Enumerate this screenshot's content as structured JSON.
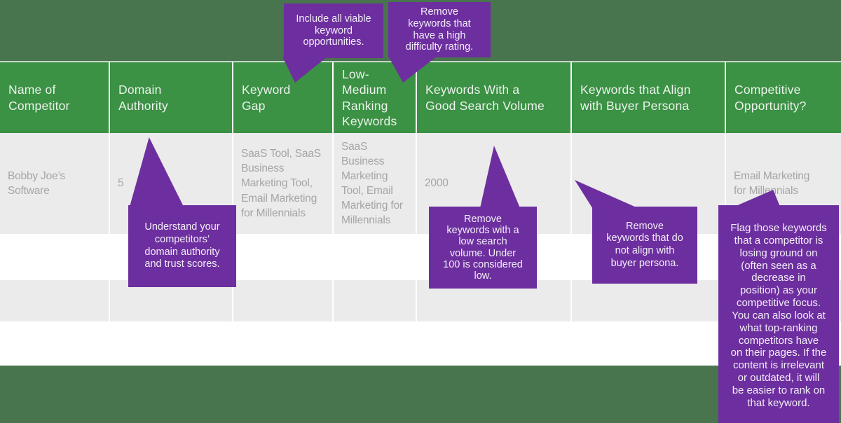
{
  "colors": {
    "background_green": "#48744e",
    "header_green": "#3b9144",
    "callout_purple": "#6d2f9f",
    "row_gray": "#ebebeb",
    "row_white": "#ffffff",
    "cell_text_gray": "#a5a5a5",
    "header_text": "#edf3ed",
    "callout_text": "#f2edf8",
    "separator_white": "#ffffff"
  },
  "table": {
    "headers": [
      "Name of\nCompetitor",
      "Domain\nAuthority",
      "Keyword\nGap",
      "Low-\nMedium\nRanking\nKeywords",
      "Keywords With a\nGood Search Volume",
      "Keywords that Align\nwith Buyer Persona",
      "Competitive\nOpportunity?"
    ],
    "rows": [
      [
        "Bobby Joe’s\nSoftware",
        "5",
        "SaaS Tool, SaaS\nBusiness\nMarketing Tool,\nEmail Marketing\nfor Millennials",
        "SaaS\nBusiness\nMarketing\nTool, Email\nMarketing for\nMillennials",
        "2000",
        "",
        "Email Marketing\nfor Millennials"
      ],
      [
        "",
        "",
        "",
        "",
        "",
        "",
        ""
      ],
      [
        "",
        "",
        "",
        "",
        "",
        "",
        ""
      ],
      [
        "",
        "",
        "",
        "",
        "",
        "",
        ""
      ]
    ]
  },
  "callouts": {
    "keyword_gap": {
      "text": "Include all viable\nkeyword\nopportunities."
    },
    "low_medium": {
      "text": "Remove\nkeywords that\nhave a high\ndifficulty rating."
    },
    "domain_authority": {
      "text": "Understand your\ncompetitors’\ndomain authority\nand trust scores."
    },
    "search_volume": {
      "text": "Remove\nkeywords with a\nlow search\nvolume. Under\n100 is considered\nlow."
    },
    "buyer_persona": {
      "text": "Remove\nkeywords that do\nnot align with\nbuyer persona."
    },
    "competitive_opportunity": {
      "text": "Flag those keywords\nthat a competitor is\nlosing ground on\n(often seen as a\ndecrease in\nposition) as your\ncompetitive focus.\nYou can also look at\nwhat top-ranking\ncompetitors have\non their pages. If the\ncontent is irrelevant\nor outdated, it will\nbe easier to rank on\nthat keyword."
    }
  }
}
